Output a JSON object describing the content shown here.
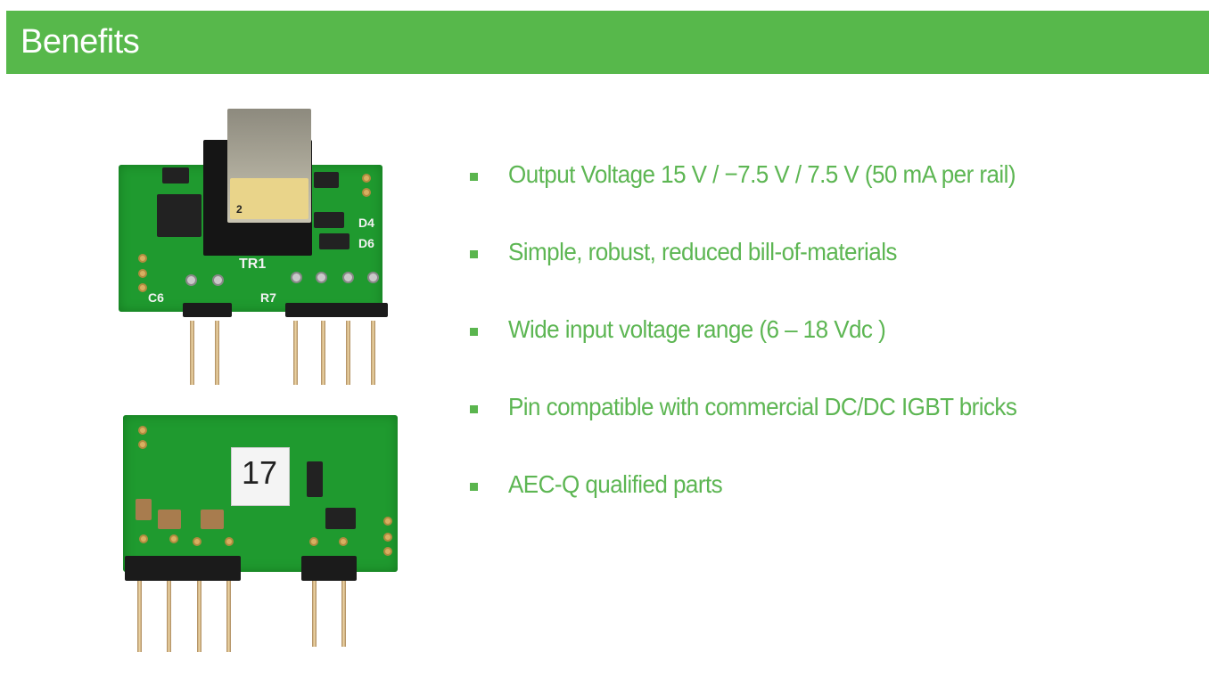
{
  "header": {
    "title": "Benefits"
  },
  "bullets": [
    {
      "text": "Output Voltage  15 V / −7.5 V / 7.5 V  (50 mA per rail)"
    },
    {
      "text": "Simple,  robust, reduced bill-of-materials"
    },
    {
      "text": "Wide input voltage range (6  – 18 Vdc )"
    },
    {
      "text": "Pin compatible with commercial  DC/DC IGBT bricks"
    },
    {
      "text": "AEC-Q qualified parts"
    }
  ],
  "photo": {
    "top_board_labels": {
      "transformer": "TR1",
      "c6": "C6",
      "r7": "R7",
      "d4": "D4",
      "d6": "D6",
      "tr_mark": "2"
    },
    "bottom_board_label": "17"
  },
  "colors": {
    "header_bg": "#57b84b",
    "bullet_text": "#5db653",
    "title_text": "#ffffff"
  }
}
